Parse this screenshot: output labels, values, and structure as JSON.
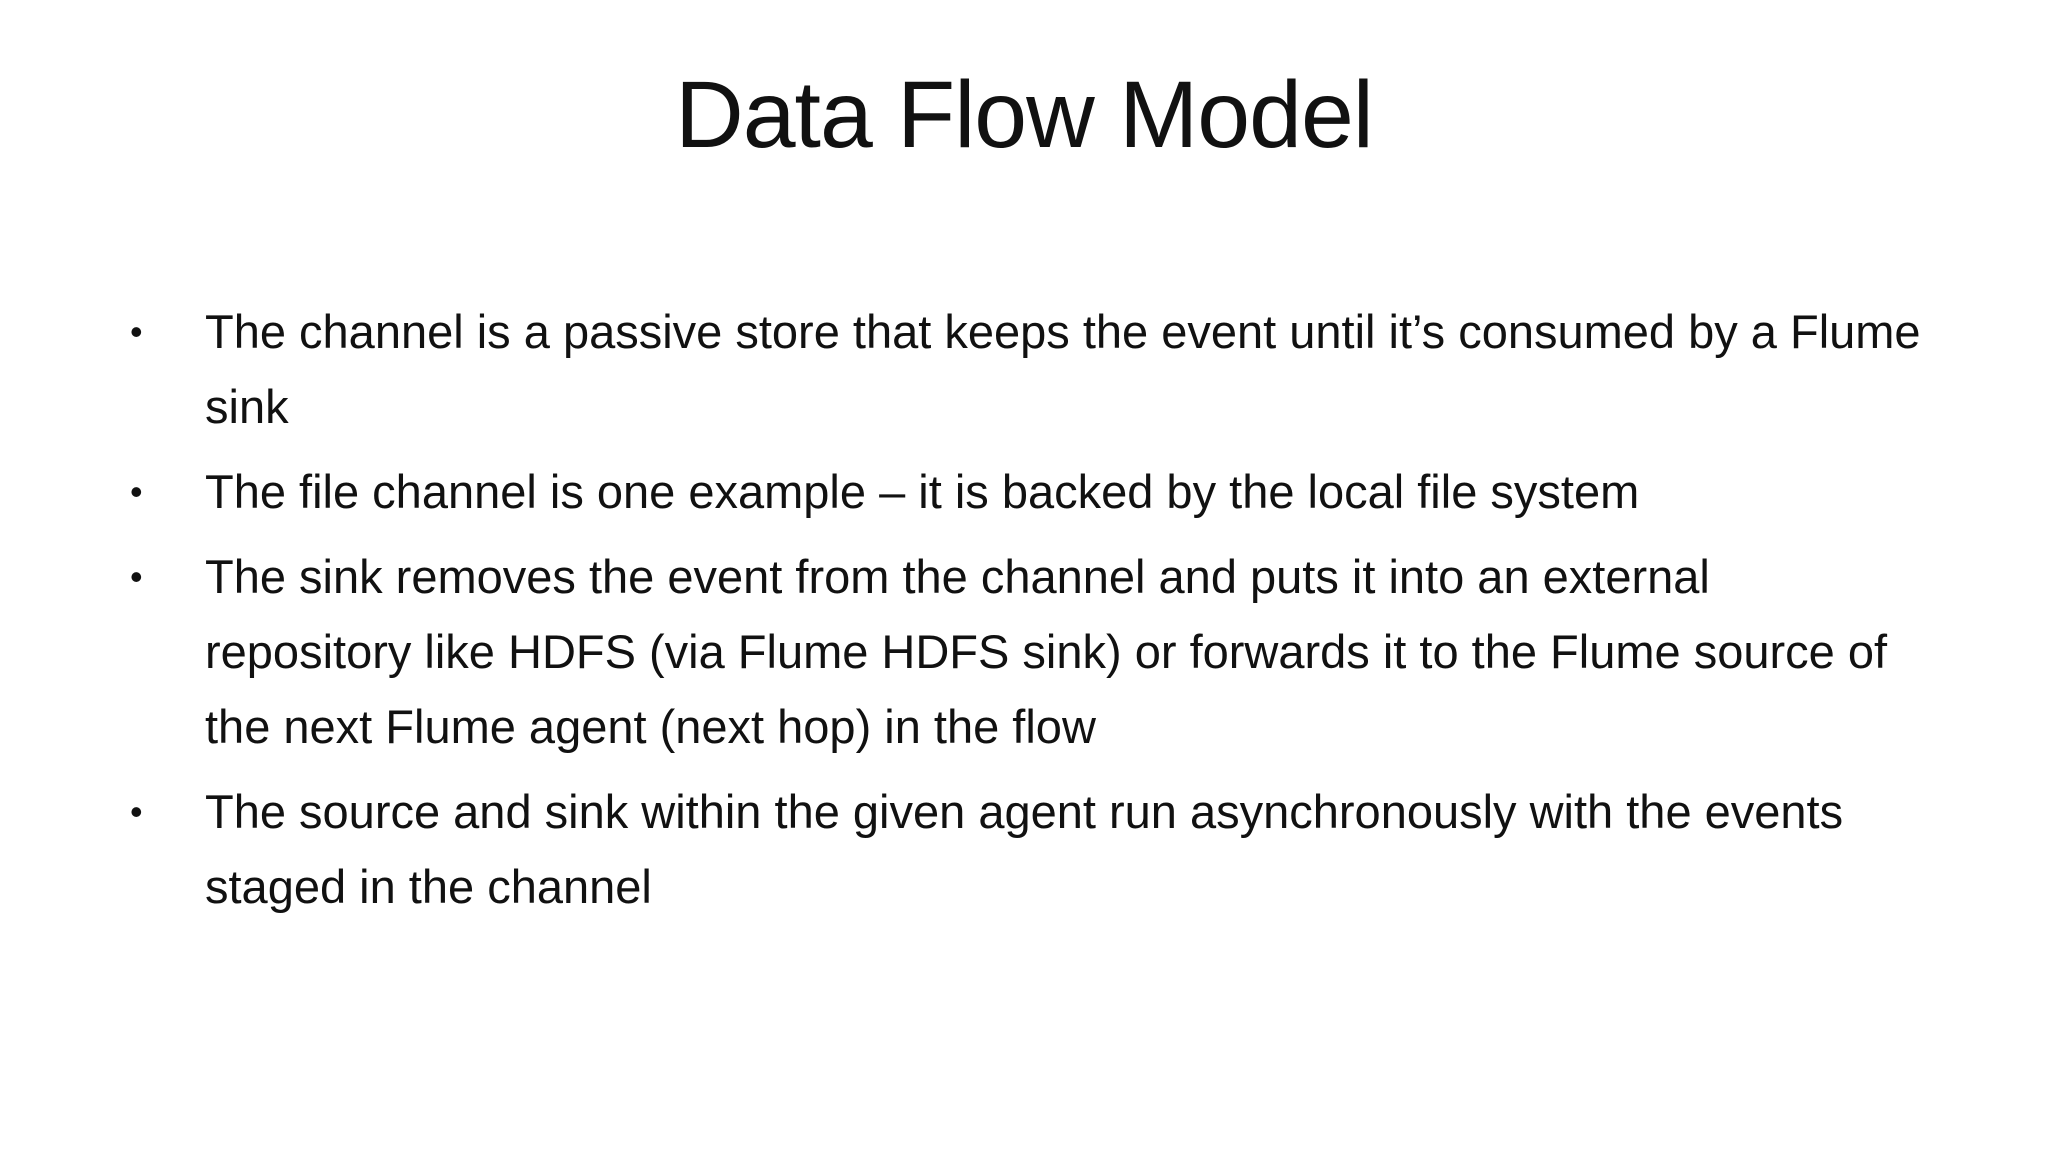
{
  "slide": {
    "title": "Data Flow Model",
    "bullet_glyph": "•",
    "bullets": [
      "The channel is a passive store that keeps the event until it’s consumed by a Flume sink",
      "The file channel is one example – it is backed by the local file system",
      "The sink removes the event from the channel and puts it into an external repository like HDFS (via Flume HDFS sink) or forwards it to the Flume source of the next Flume agent (next hop) in the flow",
      "The source and sink within the given agent run asynchronously with the events staged in the channel"
    ]
  },
  "colors": {
    "background": "#ffffff",
    "text": "#111111"
  }
}
